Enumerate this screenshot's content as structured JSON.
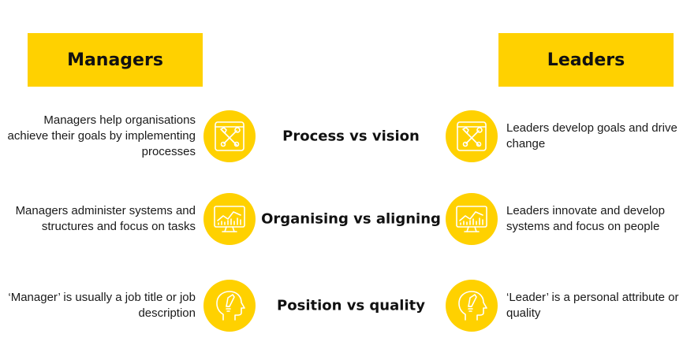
{
  "headers": {
    "left": "Managers",
    "right": "Leaders"
  },
  "colors": {
    "accent": "#ffd100",
    "text": "#1a1a1a",
    "icon_stroke": "#ffffff"
  },
  "rows": [
    {
      "center": "Process vs vision",
      "left": "Managers help organisations achieve their goals by implementing processes",
      "right": "Leaders develop goals and drive change",
      "icon": "tools-icon"
    },
    {
      "center": "Organising vs aligning",
      "left": "Managers administer systems and structures and focus on tasks",
      "right": "Leaders innovate and develop systems and focus on people",
      "icon": "monitor-chart-icon"
    },
    {
      "center": "Position vs quality",
      "left": "‘Manager’ is usually a job title or job description",
      "right": "‘Leader’ is a personal attribute or quality",
      "icon": "head-pencil-icon"
    }
  ]
}
